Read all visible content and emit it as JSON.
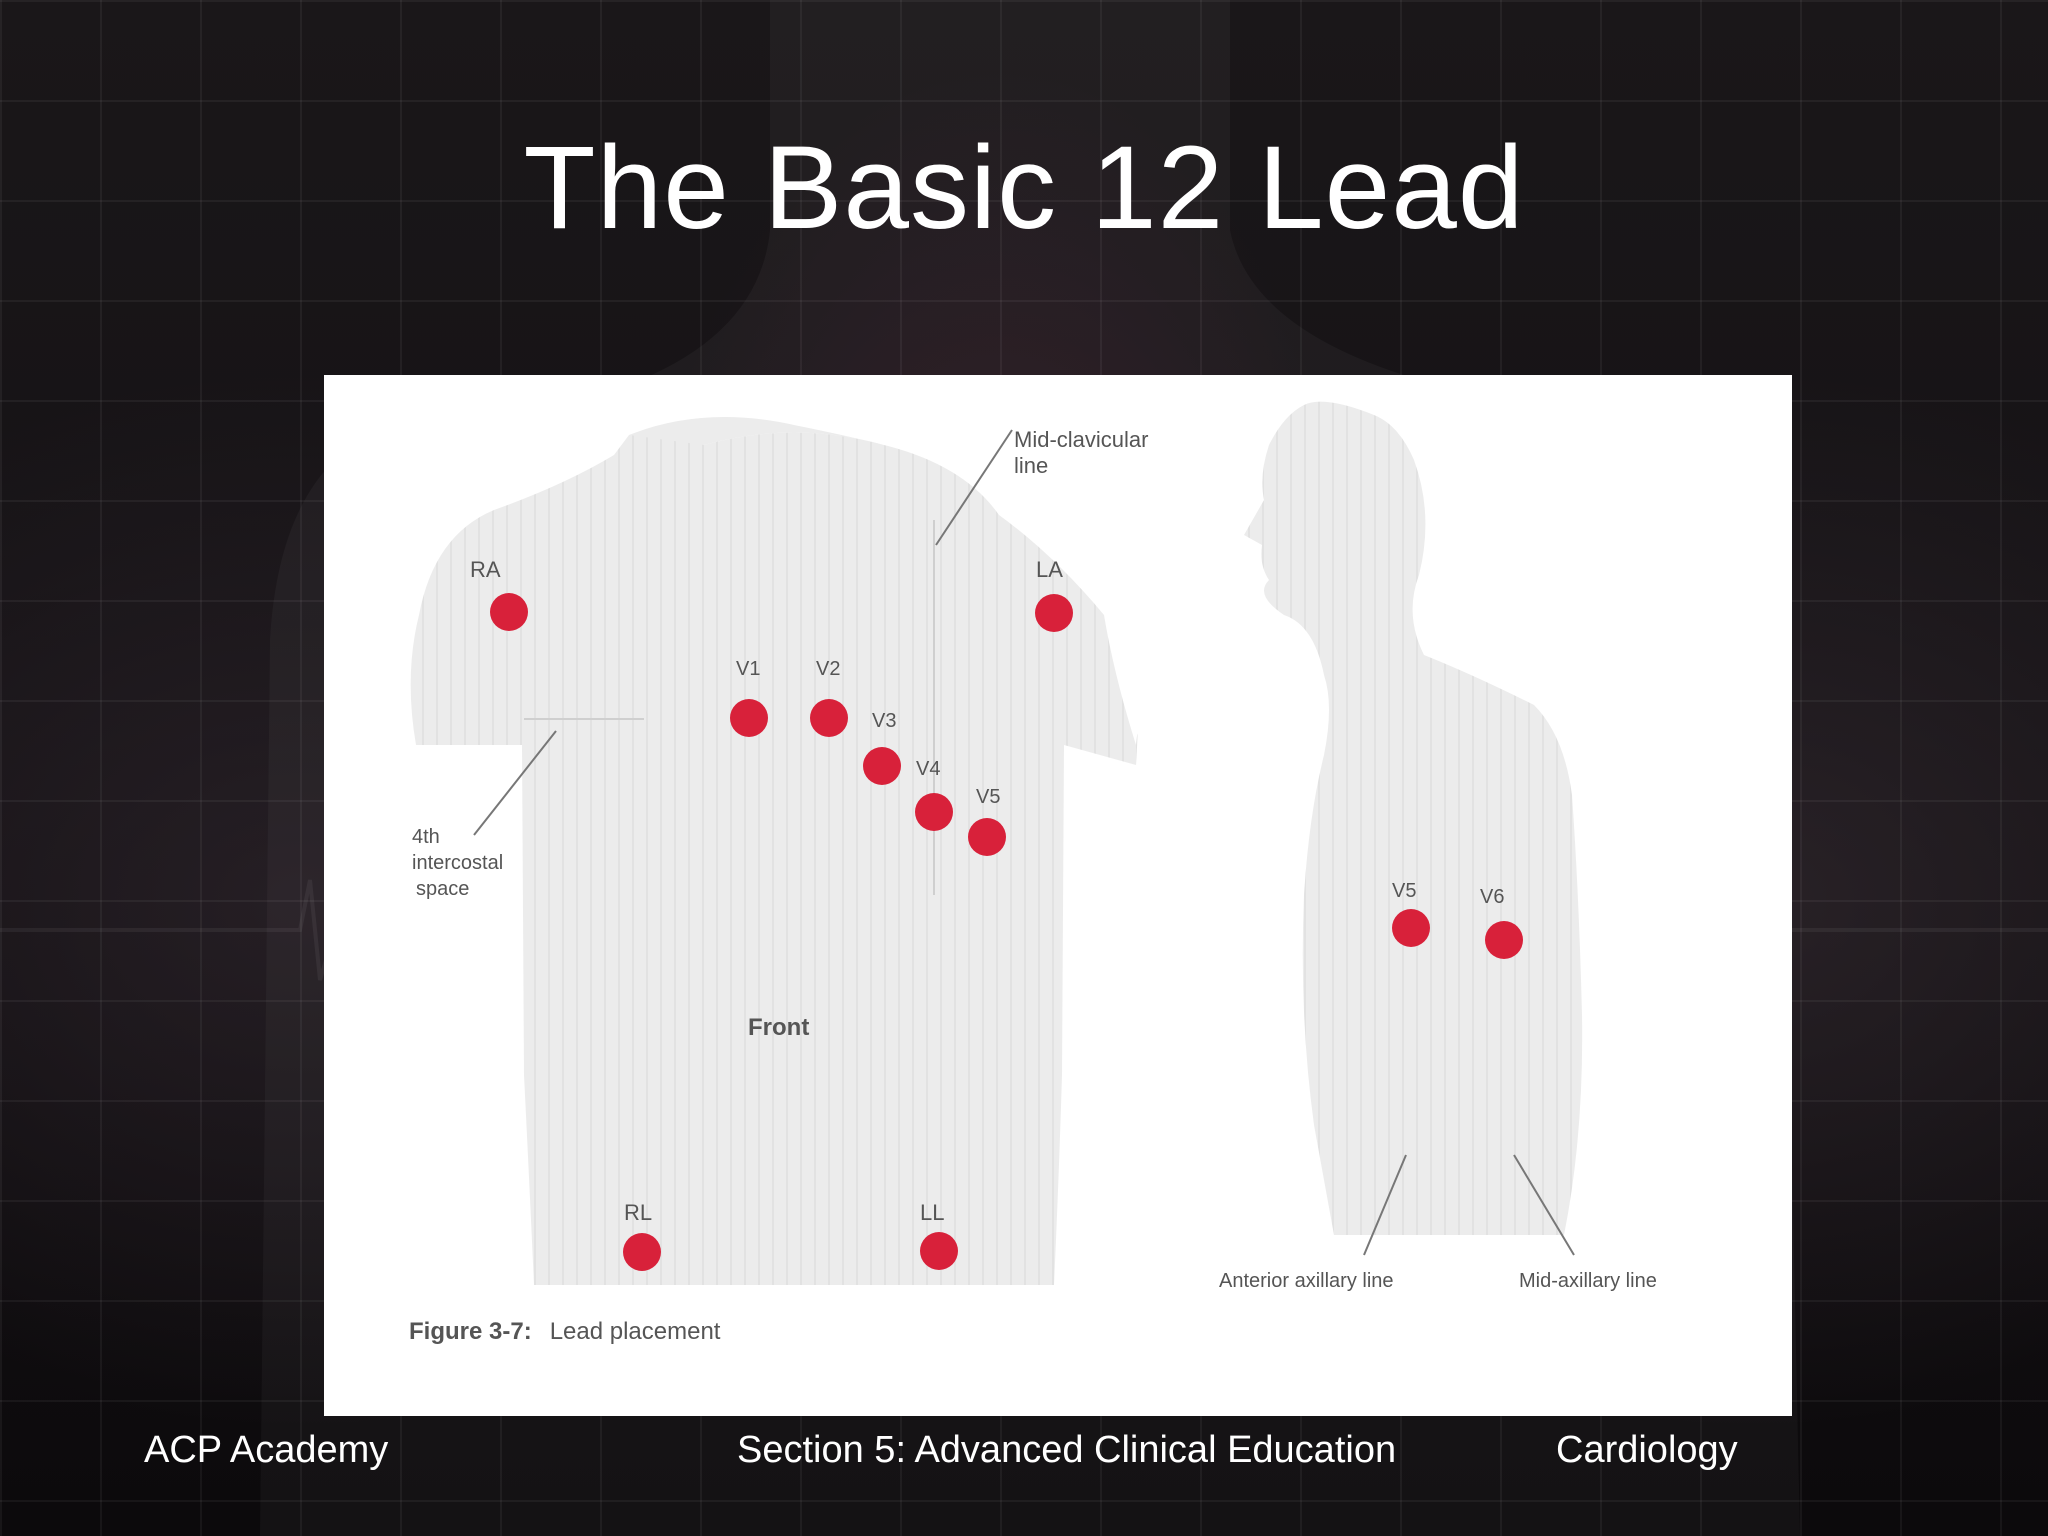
{
  "slide": {
    "title": "The Basic 12 Lead"
  },
  "figure": {
    "caption_label": "Figure 3-7:",
    "caption_text": "Lead placement",
    "front_label": "Front",
    "annotations": {
      "mid_clavicular": [
        "Mid-clavicular",
        "line"
      ],
      "intercostal": [
        "4th",
        "intercostal",
        "space"
      ],
      "anterior_axillary": "Anterior axillary line",
      "mid_axillary": "Mid-axillary line"
    },
    "limb_leads": {
      "ra": "RA",
      "la": "LA",
      "rl": "RL",
      "ll": "LL"
    },
    "chest_leads": {
      "v1": "V1",
      "v2": "V2",
      "v3": "V3",
      "v4": "V4",
      "v5": "V5",
      "v5_side": "V5",
      "v6_side": "V6"
    },
    "electrode_color": "#d8213a"
  },
  "footer": {
    "left": "ACP Academy",
    "center": "Section 5:  Advanced Clinical Education",
    "right": "Cardiology"
  }
}
